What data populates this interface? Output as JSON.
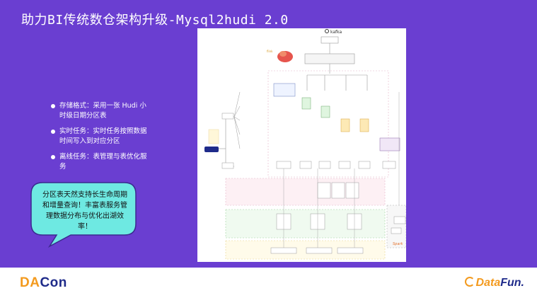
{
  "slide": {
    "title": "助力BI传统数仓架构升级-Mysql2hudi 2.0",
    "bullets": [
      "存储格式：采用一张 Hudi 小时级日期分区表",
      "实时任务：实时任务按照数据时间写入到对应分区",
      "离线任务：表管理与表优化服务"
    ],
    "bubble_text": "分区表天然支持长生命周期和增量查询！丰富表服务管理数据分布与优化出湖效率！"
  },
  "diagram": {
    "kafka_label": "kafka",
    "flink_label": "flink",
    "spark_label": "Spark"
  },
  "footer": {
    "dacon_left": "DA",
    "dacon_right": "Con",
    "datafun_left": "Data",
    "datafun_right": "Fun."
  },
  "colors": {
    "slide_bg": "#6a3ed1",
    "bubble_bg": "#6ee9e2",
    "dacon_orange": "#f39a1e",
    "dacon_navy": "#1f2b8a"
  }
}
